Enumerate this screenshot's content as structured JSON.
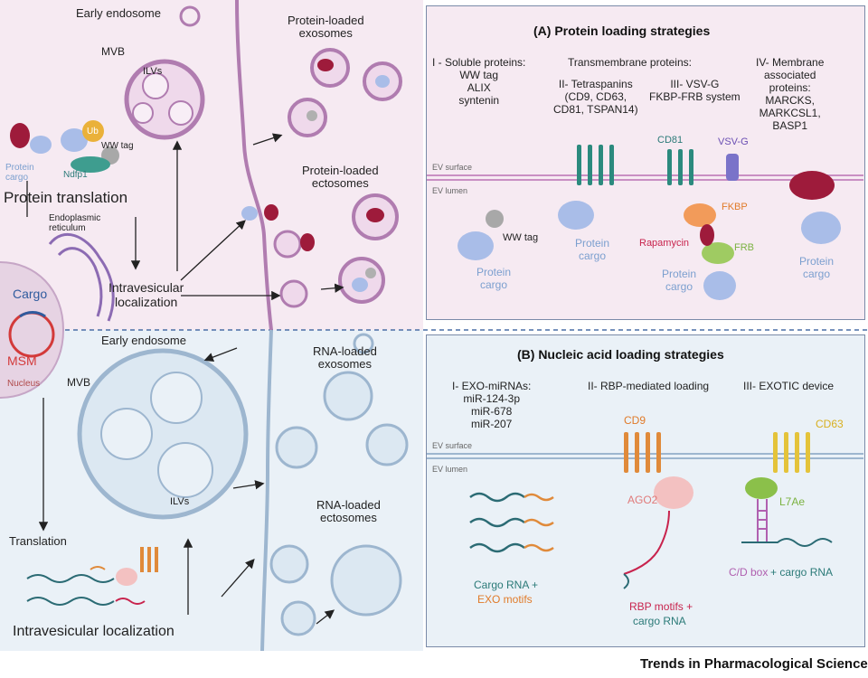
{
  "left_top": {
    "early_endosome": "Early endosome",
    "mvb": "MVB",
    "ilvs": "ILVs",
    "protein_exosomes": "Protein-loaded\nexosomes",
    "protein_ectosomes": "Protein-loaded\nectosomes",
    "protein_cargo": "Protein\ncargo",
    "ub": "Ub",
    "ww_tag": "WW tag",
    "ndfp1": "Ndfp1",
    "protein_translation": "Protein translation",
    "er": "Endoplasmic\nreticulum",
    "intravesicular": "Intravesicular\nlocalization",
    "cargo": "Cargo",
    "msm": "MSM",
    "nucleus": "Nucleus"
  },
  "left_bottom": {
    "early_endosome": "Early endosome",
    "mvb": "MVB",
    "ilvs": "ILVs",
    "rna_exosomes": "RNA-loaded\nexosomes",
    "rna_ectosomes": "RNA-loaded\nectosomes",
    "translation": "Translation",
    "intravesicular": "Intravesicular localization"
  },
  "panel_a": {
    "title": "(A) Protein loading strategies",
    "col1": "I - Soluble proteins:\nWW tag\nALIX\nsyntenin",
    "col2_header": "Transmembrane proteins:",
    "col2": "II- Tetraspanins\n(CD9, CD63,\nCD81, TSPAN14)",
    "col3": "III- VSV-G\nFKBP-FRB system",
    "col4": "IV- Membrane\nassociated\nproteins:\nMARCKS,\nMARKCSL1,\nBASP1",
    "ev_surface": "EV surface",
    "ev_lumen": "EV lumen",
    "ww_tag": "WW tag",
    "protein_cargo": "Protein\ncargo",
    "cd81": "CD81",
    "vsvg": "VSV-G",
    "fkbp": "FKBP",
    "rapamycin": "Rapamycin",
    "frb": "FRB"
  },
  "panel_b": {
    "title": "(B) Nucleic acid loading strategies",
    "col1": "I- EXO-miRNAs:\nmiR-124-3p\nmiR-678\nmiR-207",
    "col2": "II- RBP-mediated loading",
    "col3": "III- EXOTIC device",
    "ev_surface": "EV surface",
    "ev_lumen": "EV lumen",
    "cd9": "CD9",
    "cd63": "CD63",
    "ago2": "AGO2",
    "l7ae": "L7Ae",
    "cargo_rna": "Cargo RNA +",
    "exo_motifs": "EXO motifs",
    "rbp_motifs": "RBP motifs +",
    "cargo_rna2": "cargo RNA",
    "cd_box": "C/D box",
    "plus_cargo_rna": "+ cargo RNA"
  },
  "footer": "Trends in Pharmacological Sciences",
  "colors": {
    "pink_bg": "#f6eaf2",
    "blue_bg": "#eaf1f7",
    "cargo_blue": "#a9bde8",
    "cargo_red": "#9e1b3b",
    "teal": "#2b7a78",
    "orange": "#e08a3a",
    "membrane_purple": "#a774a6",
    "membrane_blue": "#9db6cf"
  }
}
